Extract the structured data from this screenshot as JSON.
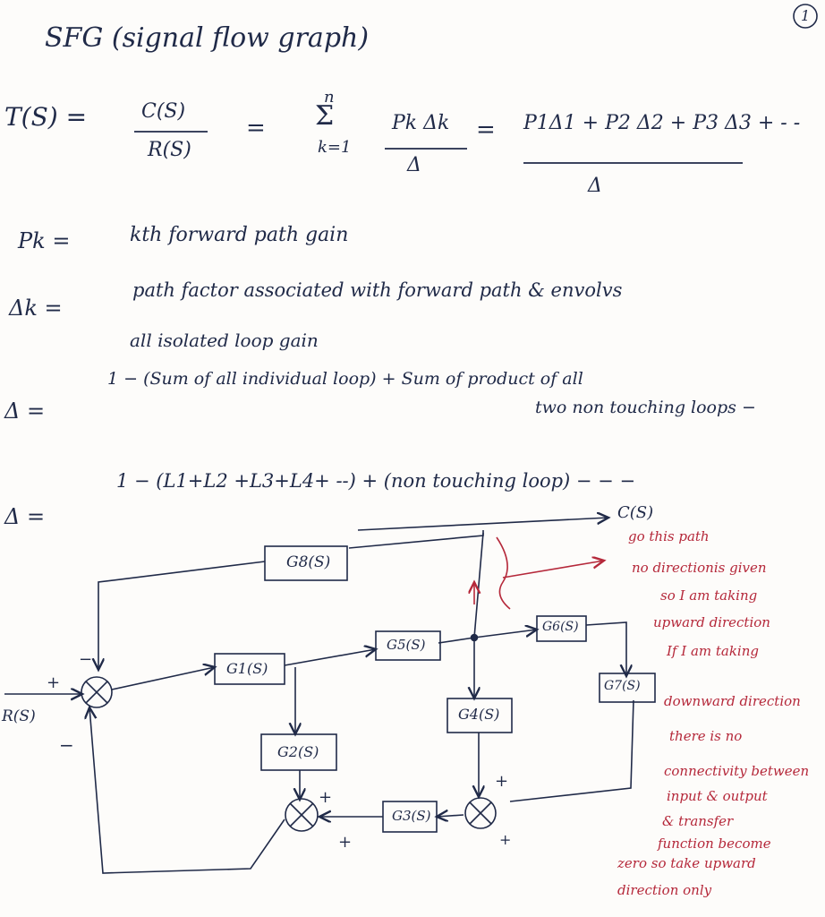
{
  "page_number": "1",
  "title": "SFG (signal flow graph)",
  "formula": {
    "lhs": "T(S) =",
    "frac_num": "C(S)",
    "frac_den": "R(S)",
    "eq2": "=",
    "sum_top": "n",
    "sum_bottom": "k=1",
    "sum_term": "Pk Δk",
    "sum_den": "Δ",
    "eq3": "=",
    "expand_num": "P1Δ1 + P2 Δ2 + P3 Δ3 + - -",
    "expand_den": "Δ"
  },
  "definitions": [
    {
      "symbol": "Pk =",
      "text": "kth   forward  path gain",
      "text2": ""
    },
    {
      "symbol": "Δk =",
      "text": "path factor associated with forward path & envolvs",
      "text2": "all isolated loop gain"
    },
    {
      "symbol": "Δ =",
      "text": "1 − (Sum of all individual loop) + Sum of product of all",
      "text2": "two non touching loops −"
    },
    {
      "symbol": "Δ =",
      "text": "1 − (L1+L2 +L3+L4+ --) + (non touching loop)  − − −",
      "text2": ""
    }
  ],
  "diagram": {
    "blocks": [
      "G8(S)",
      "G1(S)",
      "G5(S)",
      "G6(S)",
      "G7(S)",
      "G2(S)",
      "G4(S)",
      "G3(S)"
    ],
    "input": "R(S)",
    "output": "C(S)",
    "signs": [
      "+",
      "−",
      "−",
      "+",
      "+",
      "+",
      "+"
    ]
  },
  "notes": [
    "go this path",
    "no directionis given",
    "so I am taking",
    "upward direction",
    "If I am taking",
    "downward direction",
    "there is no",
    "connectivity between",
    "input & output",
    "& transfer",
    "function become",
    "zero so take upward",
    "direction only"
  ]
}
